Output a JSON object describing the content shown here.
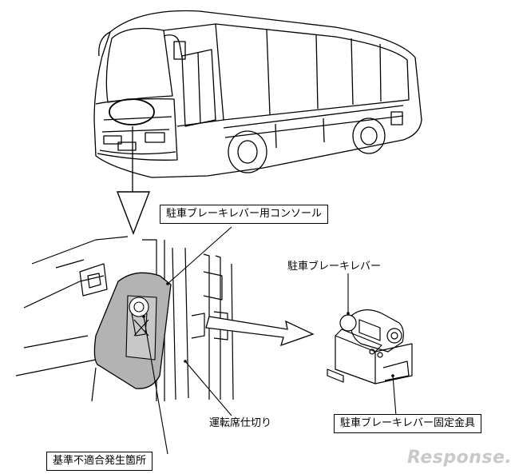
{
  "labels": {
    "console": "駐車ブレーキレバー用コンソール",
    "lever": "駐車ブレーキレバー",
    "bracket": "駐車ブレーキレバー固定金具",
    "partition": "運転席仕切り",
    "defect_location": "基準不適合発生箇所"
  },
  "watermark": "Response.",
  "colors": {
    "line": "#000000",
    "console_fill": "#b3b3b3",
    "watermark": "#c9c9c9"
  }
}
